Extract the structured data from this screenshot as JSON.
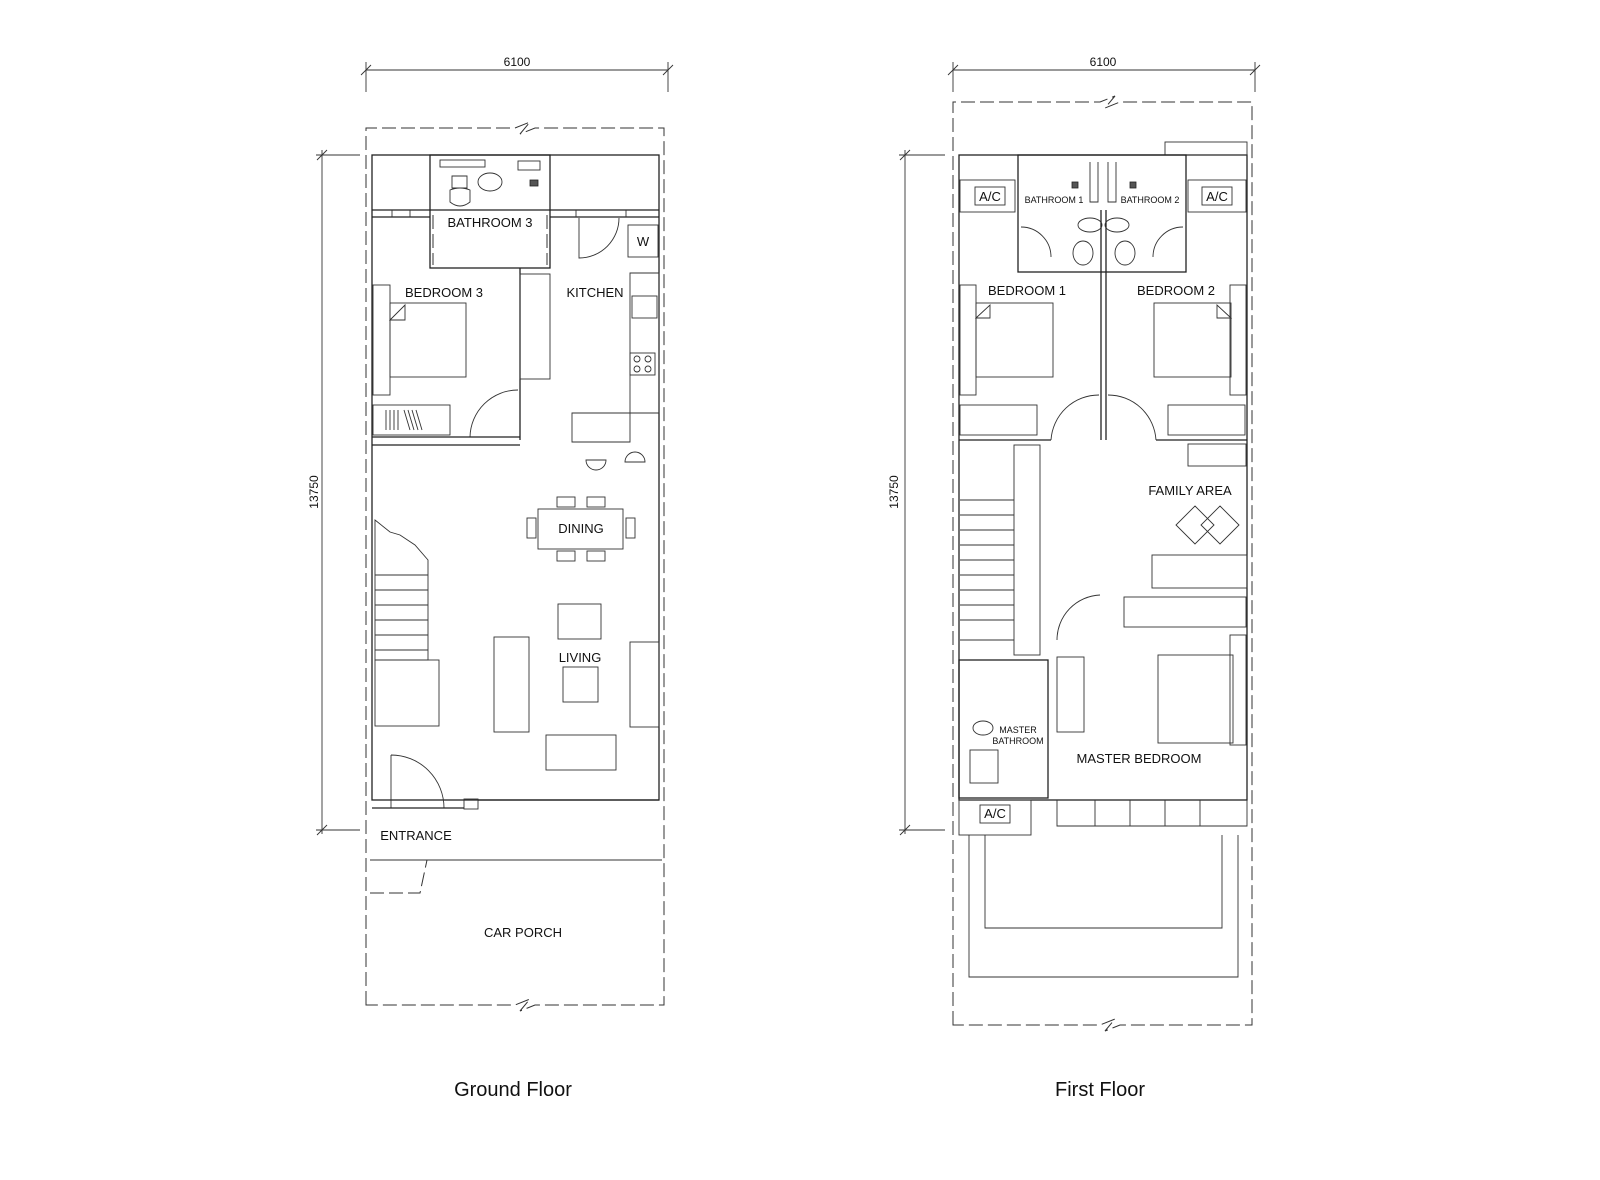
{
  "ground_floor": {
    "title": "Ground Floor",
    "width_dim": "6100",
    "depth_dim": "13750",
    "rooms": {
      "bathroom3": "BATHROOM 3",
      "bedroom3": "BEDROOM 3",
      "kitchen": "KITCHEN",
      "dining": "DINING",
      "living": "LIVING",
      "entrance": "ENTRANCE",
      "car_porch": "CAR PORCH"
    },
    "washer_label": "W"
  },
  "first_floor": {
    "title": "First Floor",
    "width_dim": "6100",
    "depth_dim": "13750",
    "rooms": {
      "bathroom1": "BATHROOM 1",
      "bathroom2": "BATHROOM 2",
      "bedroom1": "BEDROOM 1",
      "bedroom2": "BEDROOM 2",
      "family_area": "FAMILY AREA",
      "master_bathroom_line1": "MASTER",
      "master_bathroom_line2": "BATHROOM",
      "master_bedroom": "MASTER BEDROOM"
    },
    "ac_label": "A/C"
  }
}
